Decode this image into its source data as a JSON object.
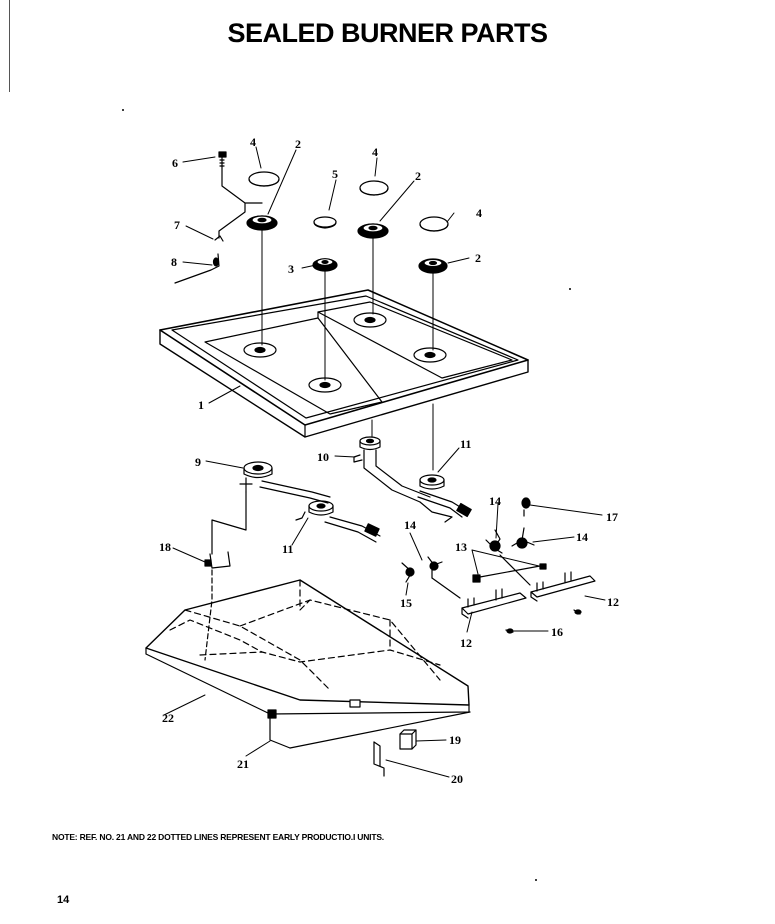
{
  "title": "SEALED BURNER PARTS",
  "note": "NOTE: REF. NO. 21 AND 22 DOTTED LINES REPRESENT EARLY PRODUCTIO.I UNITS.",
  "page_number": "14",
  "callouts": {
    "c1": "1",
    "c2a": "2",
    "c2b": "2",
    "c2c": "2",
    "c3": "3",
    "c4a": "4",
    "c4b": "4",
    "c4c": "4",
    "c5": "5",
    "c6": "6",
    "c7": "7",
    "c8": "8",
    "c9": "9",
    "c10": "10",
    "c11a": "11",
    "c11b": "11",
    "c12a": "12",
    "c12b": "12",
    "c13": "13",
    "c14a": "14",
    "c14b": "14",
    "c14c": "14",
    "c15": "15",
    "c16": "16",
    "c17": "17",
    "c18": "18",
    "c19": "19",
    "c20": "20",
    "c21": "21",
    "c22": "22"
  }
}
